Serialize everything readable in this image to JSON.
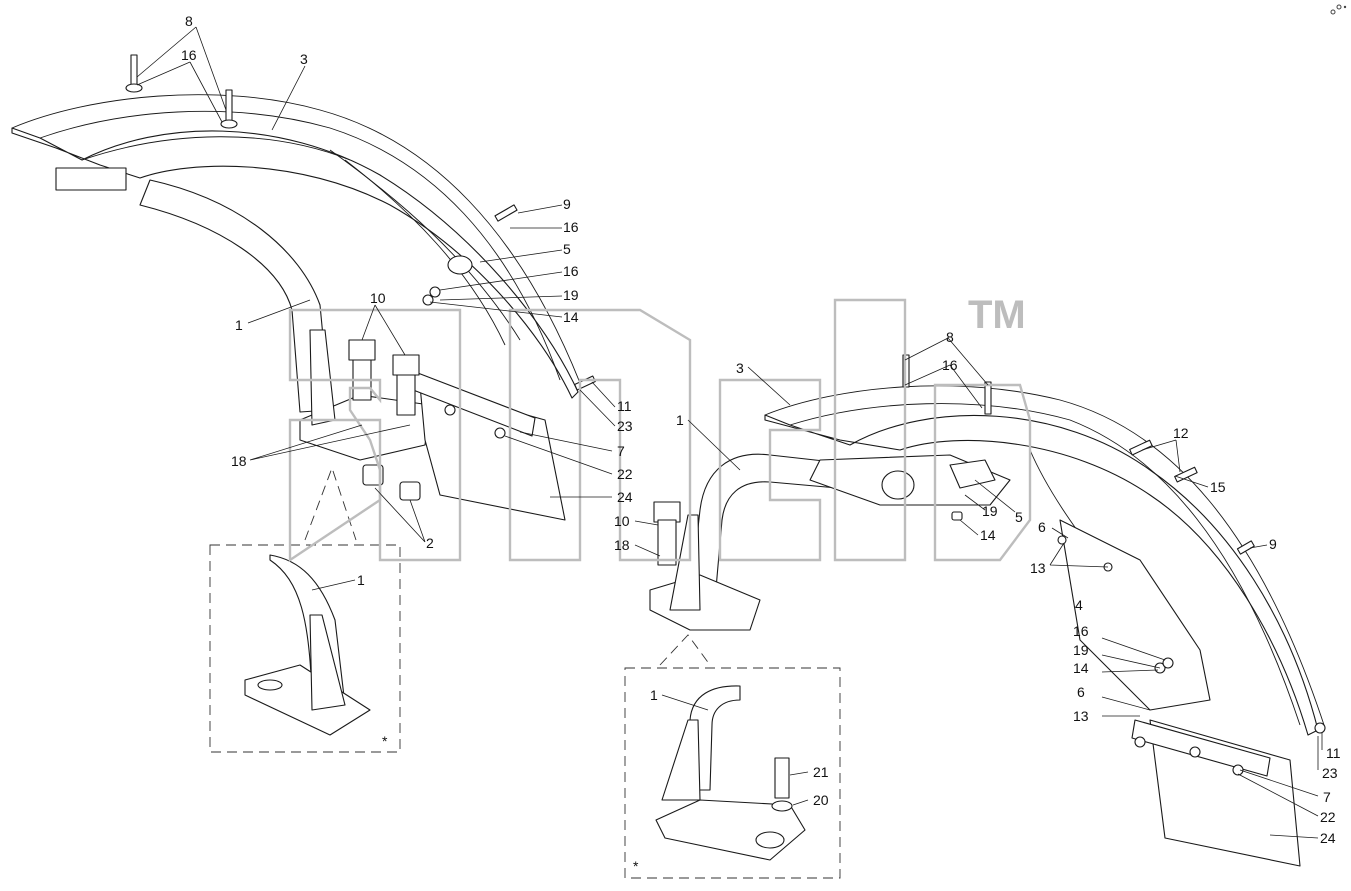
{
  "watermark": {
    "mark": "TM"
  },
  "asterisk": "*",
  "callouts": {
    "l8": "8",
    "l16": "16",
    "l3": "3",
    "l9": "9",
    "l16b": "16",
    "l5": "5",
    "l16c": "16",
    "l19": "19",
    "l14": "14",
    "l1": "1",
    "l10": "10",
    "l11": "11",
    "l23": "23",
    "l7": "7",
    "l22": "22",
    "l18": "18",
    "l24": "24",
    "l2": "2",
    "l1b": "1",
    "r8": "8",
    "r16": "16",
    "r3": "3",
    "r1": "1",
    "r12": "12",
    "r15": "15",
    "r19": "19",
    "r5": "5",
    "r14": "14",
    "r6": "6",
    "r13": "13",
    "r9": "9",
    "r10": "10",
    "r18": "18",
    "r4": "4",
    "r16b": "16",
    "r19b": "19",
    "r14b": "14",
    "r6b": "6",
    "r13b": "13",
    "r11": "11",
    "r23": "23",
    "r7": "7",
    "r22": "22",
    "r24": "24",
    "r1b": "1",
    "r21": "21",
    "r20": "20"
  },
  "icons": {
    "corner": "link-icon"
  }
}
